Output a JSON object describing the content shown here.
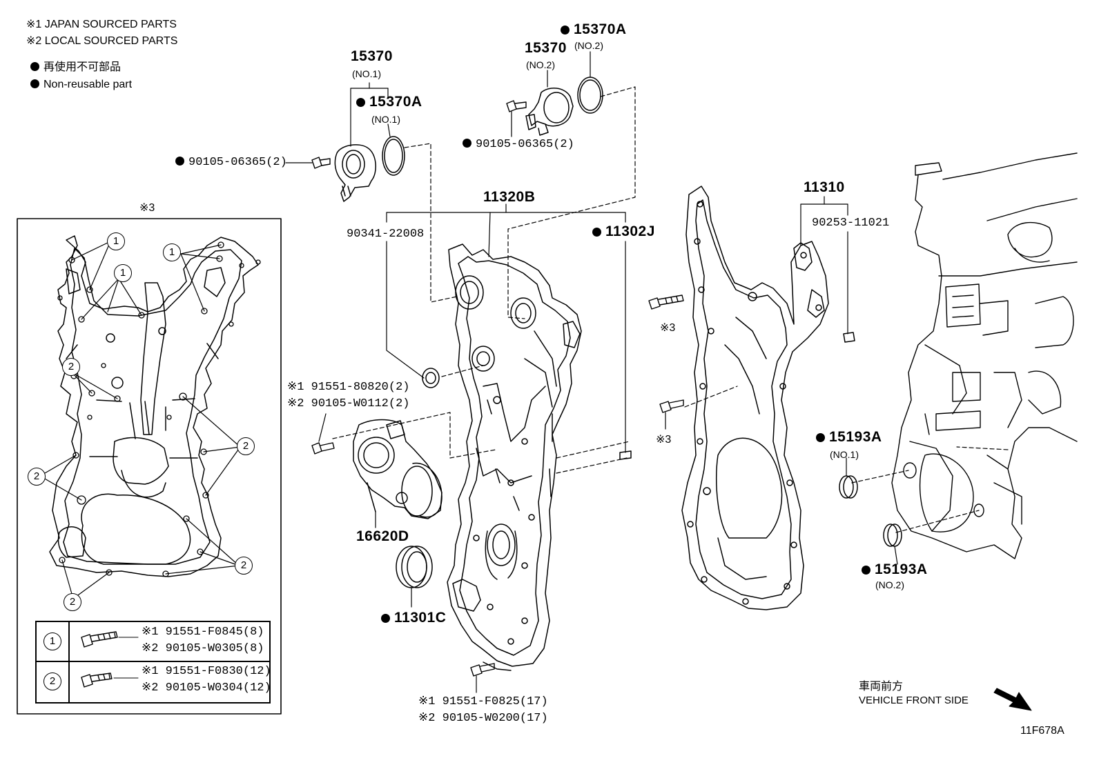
{
  "legend": {
    "japan_sourced": "※1 JAPAN SOURCED PARTS",
    "local_sourced": "※2 LOCAL SOURCED PARTS",
    "nonreusable_jp": "再使用不可部品",
    "nonreusable_en": "Non-reusable part"
  },
  "parts": {
    "p15370_no1": "15370",
    "p15370_no1_sub": "(NO.1)",
    "p15370a_no1": "15370A",
    "p15370a_no1_sub": "(NO.1)",
    "p15370_no2": "15370",
    "p15370_no2_sub": "(NO.2)",
    "p15370a_no2": "15370A",
    "p15370a_no2_sub": "(NO.2)",
    "bolt_left": "90105-06365(2)",
    "bolt_right": "90105-06365(2)",
    "p11320b": "11320B",
    "p90341": "90341-22008",
    "p11302j": "11302J",
    "p11310": "11310",
    "p90253": "90253-11021",
    "note3_top": "※3",
    "note3_a": "※3",
    "note3_b": "※3",
    "tensioner_bolt_1": "※1 91551-80820(2)",
    "tensioner_bolt_2": "※2 90105-W0112(2)",
    "p16620d": "16620D",
    "p11301c": "11301C",
    "bottom_bolt_1": "※1 91551-F0825(17)",
    "bottom_bolt_2": "※2 90105-W0200(17)",
    "p15193a_no1": "15193A",
    "p15193a_no1_sub": "(NO.1)",
    "p15193a_no2": "15193A",
    "p15193a_no2_sub": "(NO.2)"
  },
  "detail_table": {
    "row1_ref": "1",
    "row1_a": "※1 91551-F0845(8)",
    "row1_b": "※2 90105-W0305(8)",
    "row2_ref": "2",
    "row2_a": "※1 91551-F0830(12)",
    "row2_b": "※2 90105-W0304(12)"
  },
  "refs": {
    "one": "1",
    "two": "2"
  },
  "orientation": {
    "jp": "車両前方",
    "en": "VEHICLE FRONT SIDE"
  },
  "figure_id": "11F678A"
}
